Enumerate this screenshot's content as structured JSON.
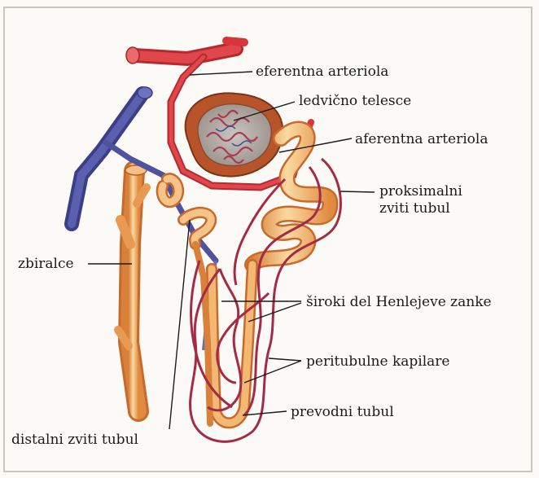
{
  "labels": {
    "efferent": "eferentna arteriola",
    "glomerulus": "ledvično telesce",
    "afferent": "aferentna arteriola",
    "proximal_1": "proksimalni",
    "proximal_2": "zviti tubul",
    "collecting": "zbiralce",
    "henle": "široki del Henlejeve zanke",
    "capillaries": "peritubulne kapilare",
    "conducting": "prevodni tubul",
    "distal": "distalni zviti tubul"
  },
  "colors": {
    "artery": "#d8343c",
    "vein": "#4b4f9a",
    "tubule": "#f0a860",
    "tubule_highlight": "#fbe2b0",
    "capillary": "#b0304a",
    "capsule": "#b8542a"
  }
}
